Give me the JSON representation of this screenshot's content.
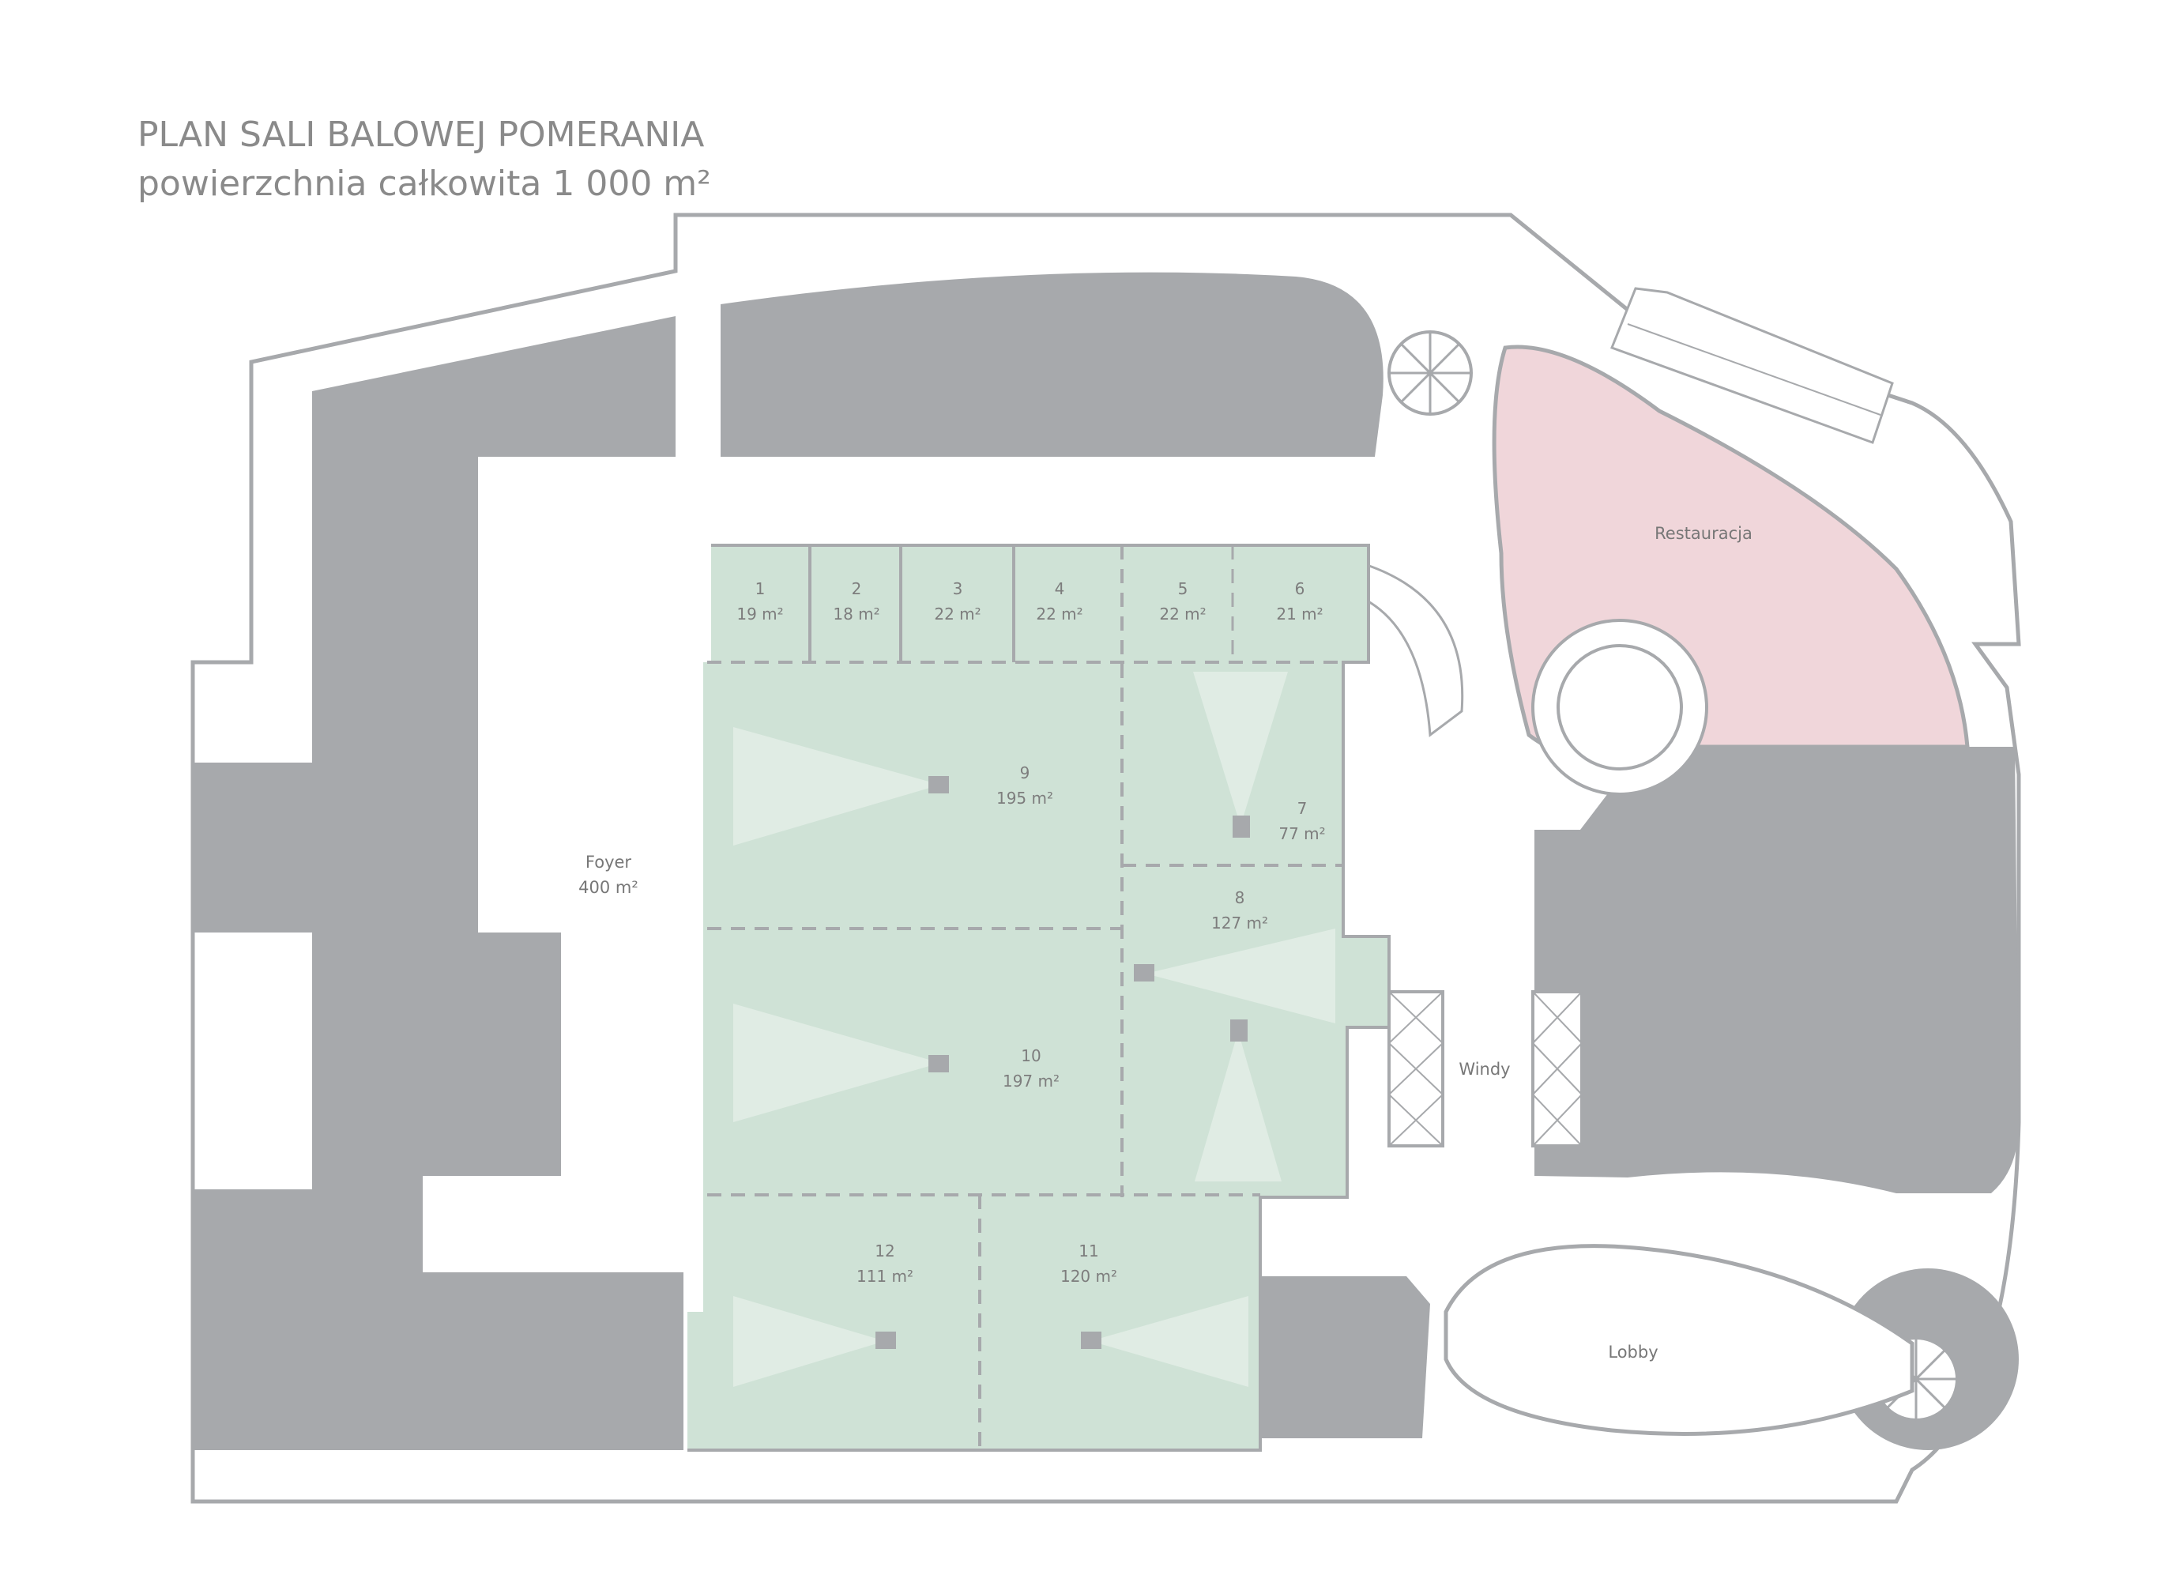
{
  "title": {
    "line1": "PLAN SALI BALOWEJ POMERANIA",
    "line2": "powierzchnia całkowita 1 000 m²"
  },
  "colors": {
    "walls": "#a7a9ac",
    "ballroom": "#cfe2d6",
    "restaurant": "#f0d6da",
    "background": "#ffffff"
  },
  "rooms": [
    {
      "number": "1",
      "area": "19 m²"
    },
    {
      "number": "2",
      "area": "18 m²"
    },
    {
      "number": "3",
      "area": "22 m²"
    },
    {
      "number": "4",
      "area": "22 m²"
    },
    {
      "number": "5",
      "area": "22 m²"
    },
    {
      "number": "6",
      "area": "21 m²"
    },
    {
      "number": "7",
      "area": "77 m²"
    },
    {
      "number": "8",
      "area": "127 m²"
    },
    {
      "number": "9",
      "area": "195 m²"
    },
    {
      "number": "10",
      "area": "197 m²"
    },
    {
      "number": "11",
      "area": "120 m²"
    },
    {
      "number": "12",
      "area": "111 m²"
    }
  ],
  "zones": {
    "foyer": {
      "name": "Foyer",
      "area": "400 m²"
    },
    "restaurant": "Restauracja",
    "elevators": "Windy",
    "lobby": "Lobby"
  }
}
